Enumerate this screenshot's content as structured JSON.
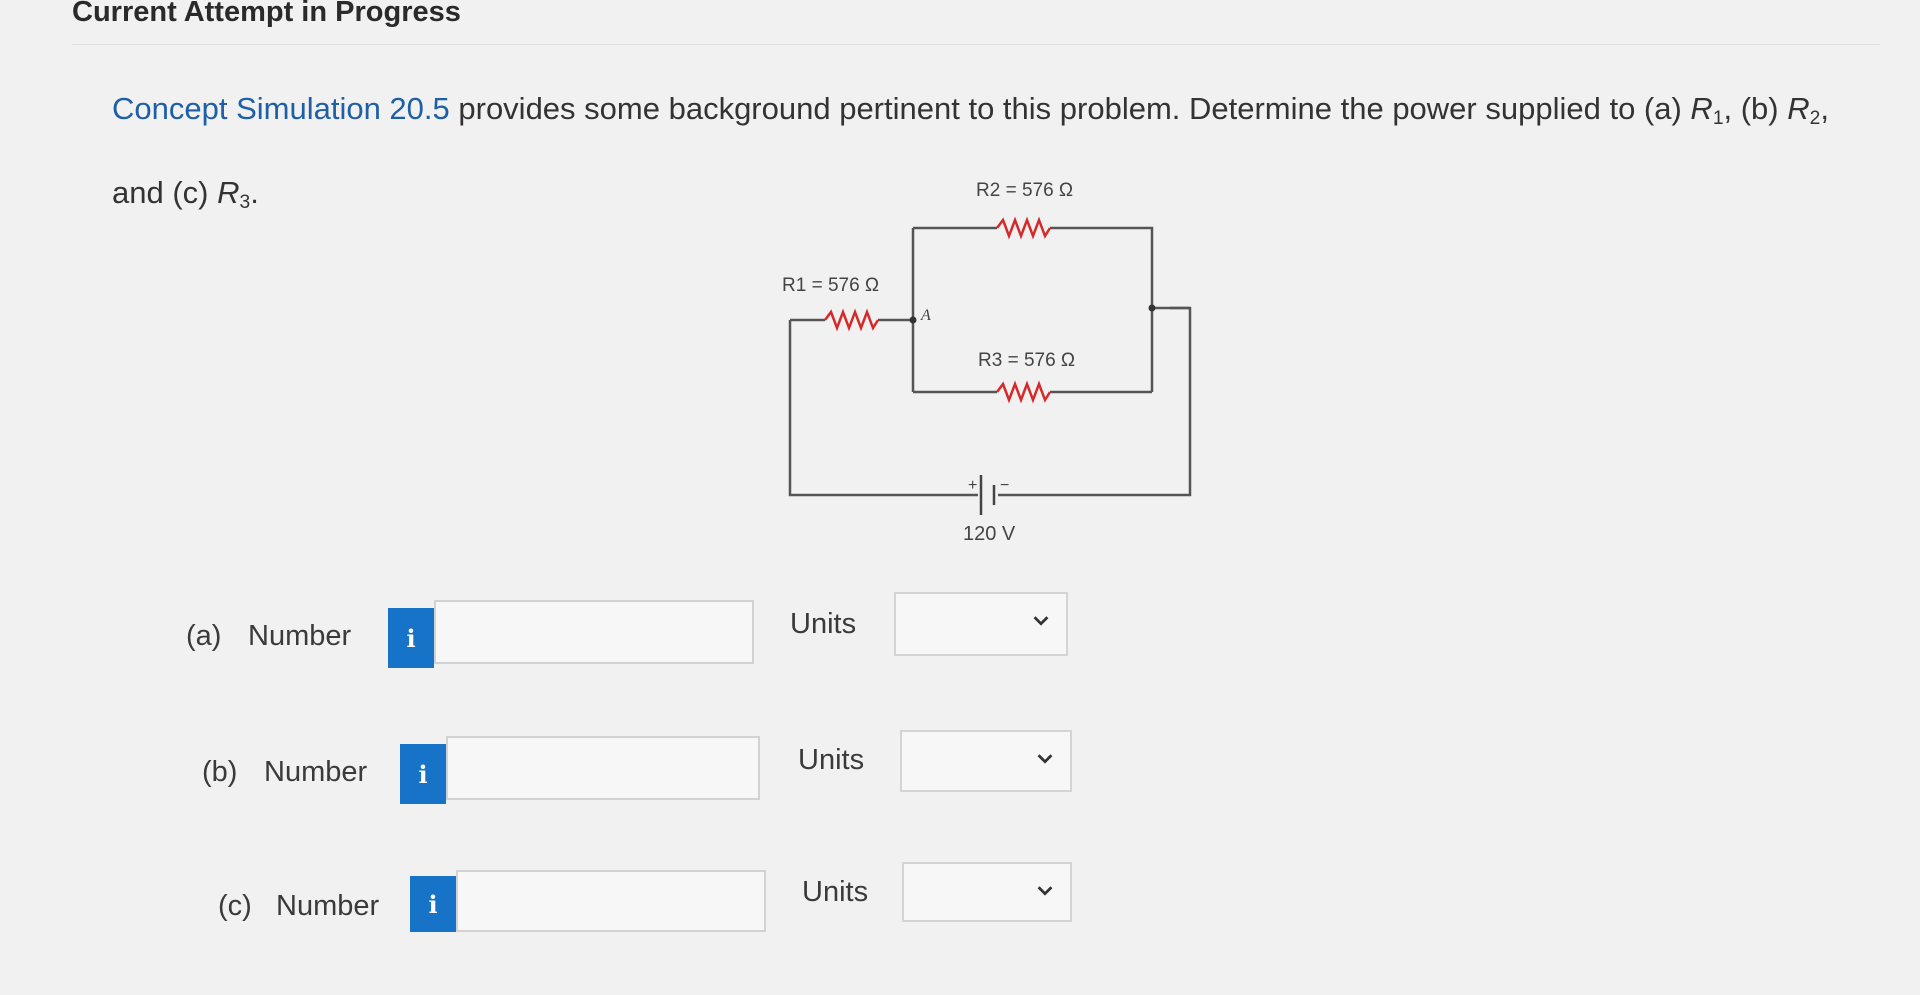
{
  "header": {
    "title": "Current Attempt in Progress"
  },
  "question": {
    "lead": "Concept Simulation 20.5",
    "text": " provides some background pertinent to this problem. Determine the power supplied to (a) ",
    "r1": "R",
    "r1_sub": "1",
    "sep1": ", (b) ",
    "r2": "R",
    "r2_sub": "2",
    "sep2": ", and (c) ",
    "r3": "R",
    "r3_sub": "3",
    "end": "."
  },
  "circuit": {
    "r1_label": "R1 = 576 Ω",
    "r2_label": "R2 = 576 Ω",
    "r3_label": "R3 = 576 Ω",
    "node_label": "A",
    "battery_plus": "+",
    "battery_minus": "−",
    "battery_label": "120 V",
    "resistor_color": "#d62a2a"
  },
  "answers": [
    {
      "part": "(a)",
      "label": "Number",
      "info": "i",
      "value": "",
      "units_label": "Units",
      "units_value": ""
    },
    {
      "part": "(b)",
      "label": "Number",
      "info": "i",
      "value": "",
      "units_label": "Units",
      "units_value": ""
    },
    {
      "part": "(c)",
      "label": "Number",
      "info": "i",
      "value": "",
      "units_label": "Units",
      "units_value": ""
    }
  ],
  "icons": {
    "info": "info-icon",
    "dropdown": "chevron-down-icon"
  },
  "colors": {
    "accent": "#1673c8",
    "link": "#1f5fa6"
  }
}
